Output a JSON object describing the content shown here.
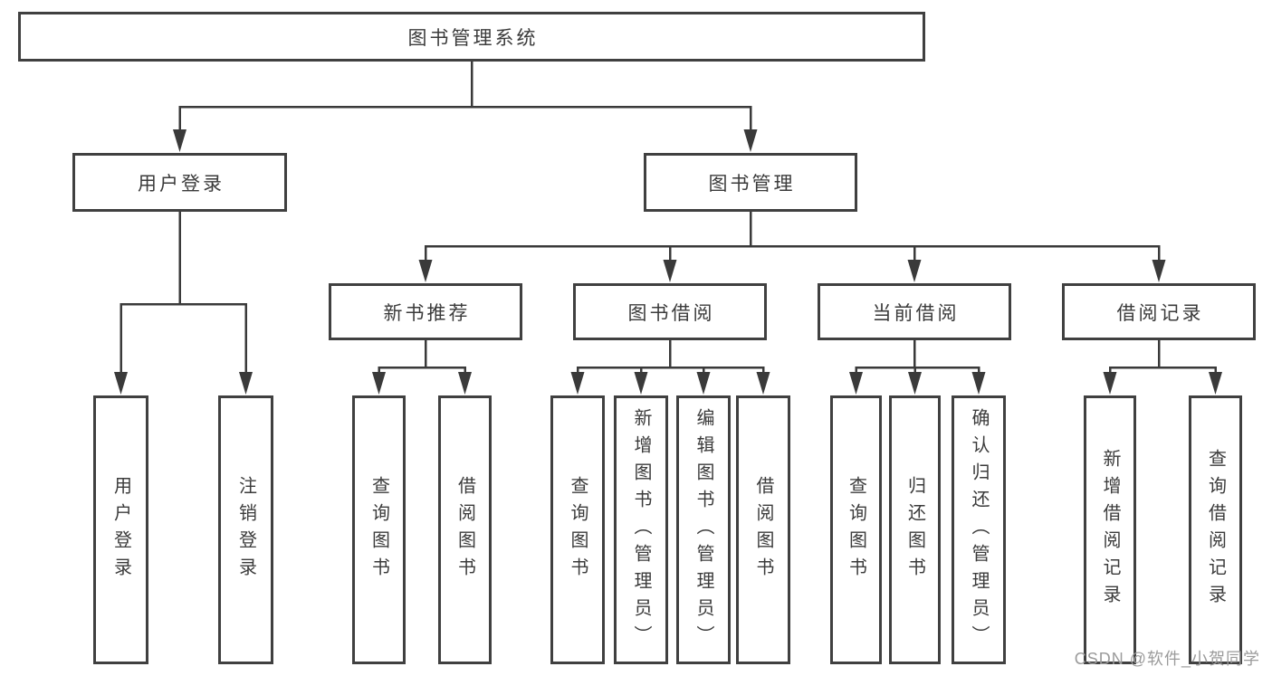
{
  "diagram": {
    "root_label": "图书管理系统",
    "user_login": {
      "label": "用户登录",
      "children": [
        {
          "label": "用户登录"
        },
        {
          "label": "注销登录"
        }
      ]
    },
    "book_management": {
      "label": "图书管理",
      "sections": [
        {
          "label": "新书推荐",
          "children": [
            {
              "label": "查询图书"
            },
            {
              "label": "借阅图书"
            }
          ]
        },
        {
          "label": "图书借阅",
          "children": [
            {
              "label": "查询图书"
            },
            {
              "label": "新增图书（管理员）"
            },
            {
              "label": "编辑图书（管理员）"
            },
            {
              "label": "借阅图书"
            }
          ]
        },
        {
          "label": "当前借阅",
          "children": [
            {
              "label": "查询图书"
            },
            {
              "label": "归还图书"
            },
            {
              "label": "确认归还（管理员）"
            }
          ]
        },
        {
          "label": "借阅记录",
          "children": [
            {
              "label": "新增借阅记录"
            },
            {
              "label": "查询借阅记录"
            }
          ]
        }
      ]
    }
  },
  "watermark": "CSDN @软件_小贺同学",
  "colors": {
    "line": "#3a3a3a",
    "box_border": "#404040",
    "text": "#3b3b3b",
    "watermark_gray": "#9b9b9b"
  }
}
